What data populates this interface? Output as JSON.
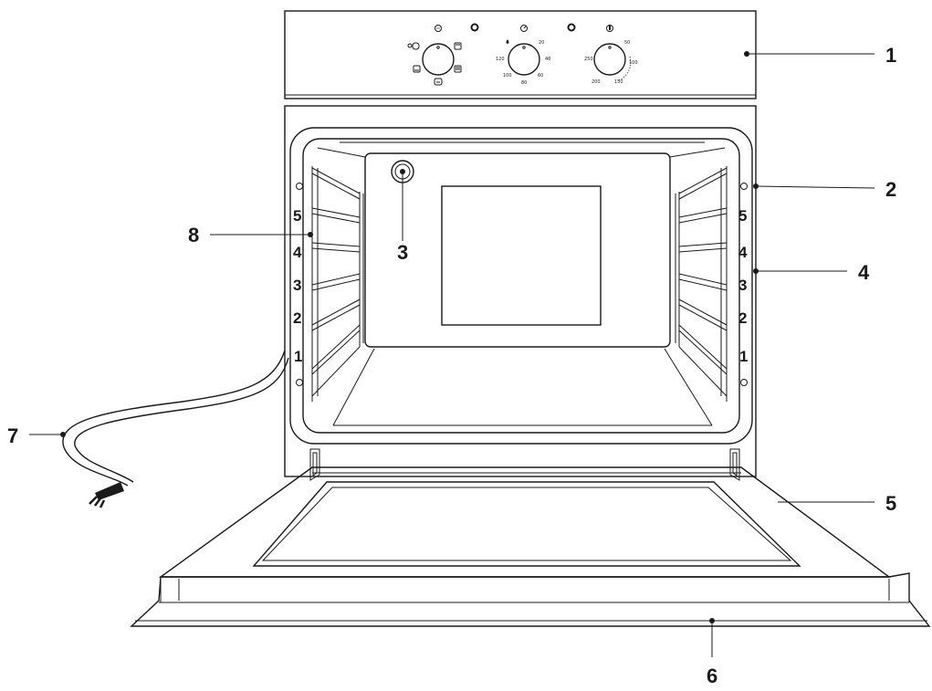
{
  "callouts": [
    {
      "id": "1",
      "label": "1"
    },
    {
      "id": "2",
      "label": "2"
    },
    {
      "id": "3",
      "label": "3"
    },
    {
      "id": "4",
      "label": "4"
    },
    {
      "id": "5",
      "label": "5"
    },
    {
      "id": "6",
      "label": "6"
    },
    {
      "id": "7",
      "label": "7"
    },
    {
      "id": "8",
      "label": "8"
    }
  ],
  "shelf_levels": [
    "5",
    "4",
    "3",
    "2",
    "1"
  ],
  "control_panel": {
    "selector_knob_icons": [
      "light-icon",
      "fan-icon",
      "top-heat-icon",
      "bottom-heat-icon",
      "grill-icon",
      "defrost-icon"
    ],
    "timer_knob": {
      "labels": [
        "20",
        "40",
        "60",
        "80",
        "100",
        "120"
      ]
    },
    "thermostat_knob": {
      "labels": [
        "50",
        "100",
        "150",
        "200",
        "250"
      ]
    }
  }
}
